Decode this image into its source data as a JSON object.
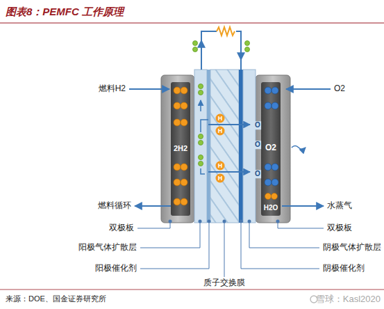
{
  "diagram": {
    "title": "图表8：PEMFC 工作原理",
    "caption": "来源：DOE、国金证券研究所",
    "nodes": [
      {
        "text": [
          "2H2"
        ]
      },
      {
        "text": [
          "O2",
          "H2O"
        ]
      }
    ],
    "labels": [
      "燃料H2",
      "O2",
      "燃料循环",
      "水蒸气",
      "双极板",
      "双极板",
      "阳极气体扩散层",
      "阴极气体扩散层",
      "阳极催化剂",
      "阴极催化剂",
      "质子交换膜",
      "H",
      "H",
      "H",
      "H",
      "O",
      "O",
      "O",
      "雪球：Kasl2020"
    ]
  }
}
